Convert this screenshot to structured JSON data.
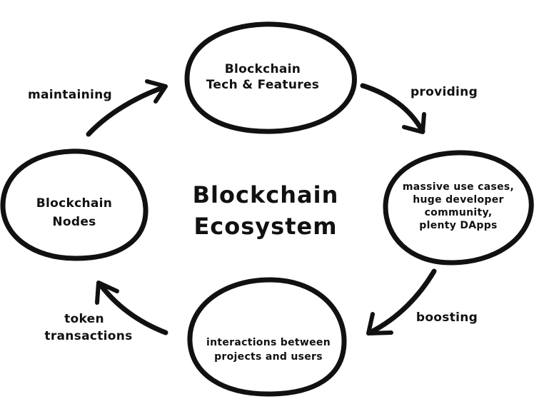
{
  "center": {
    "line1": "Blockchain",
    "line2": "Ecosystem"
  },
  "nodes": [
    {
      "id": "tech",
      "lines": [
        "Blockchain",
        "Tech & Features"
      ]
    },
    {
      "id": "usecases",
      "lines": [
        "massive use cases,",
        "huge developer",
        "community,",
        "plenty DApps"
      ]
    },
    {
      "id": "interactions",
      "lines": [
        "interactions between",
        "projects and users"
      ]
    },
    {
      "id": "nodes",
      "lines": [
        "Blockchain",
        "Nodes"
      ]
    }
  ],
  "edges": [
    {
      "id": "maintaining",
      "lines": [
        "maintaining"
      ]
    },
    {
      "id": "providing",
      "lines": [
        "providing"
      ]
    },
    {
      "id": "boosting",
      "lines": [
        "boosting"
      ]
    },
    {
      "id": "token",
      "lines": [
        "token",
        "transactions"
      ]
    }
  ],
  "colors": {
    "ink": "#111111",
    "background": "#ffffff"
  }
}
